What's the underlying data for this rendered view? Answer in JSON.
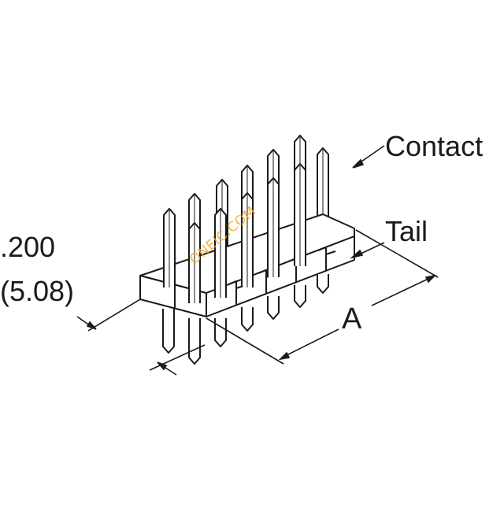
{
  "labels": {
    "contact": "Contact",
    "tail": "Tail",
    "pitch_inch": ".200",
    "pitch_mm": "(5.08)",
    "length": "A"
  },
  "watermark": "ONEIC.COM",
  "colors": {
    "line": "#1a1a1a",
    "background": "#ffffff",
    "watermark": "#f5a623"
  }
}
